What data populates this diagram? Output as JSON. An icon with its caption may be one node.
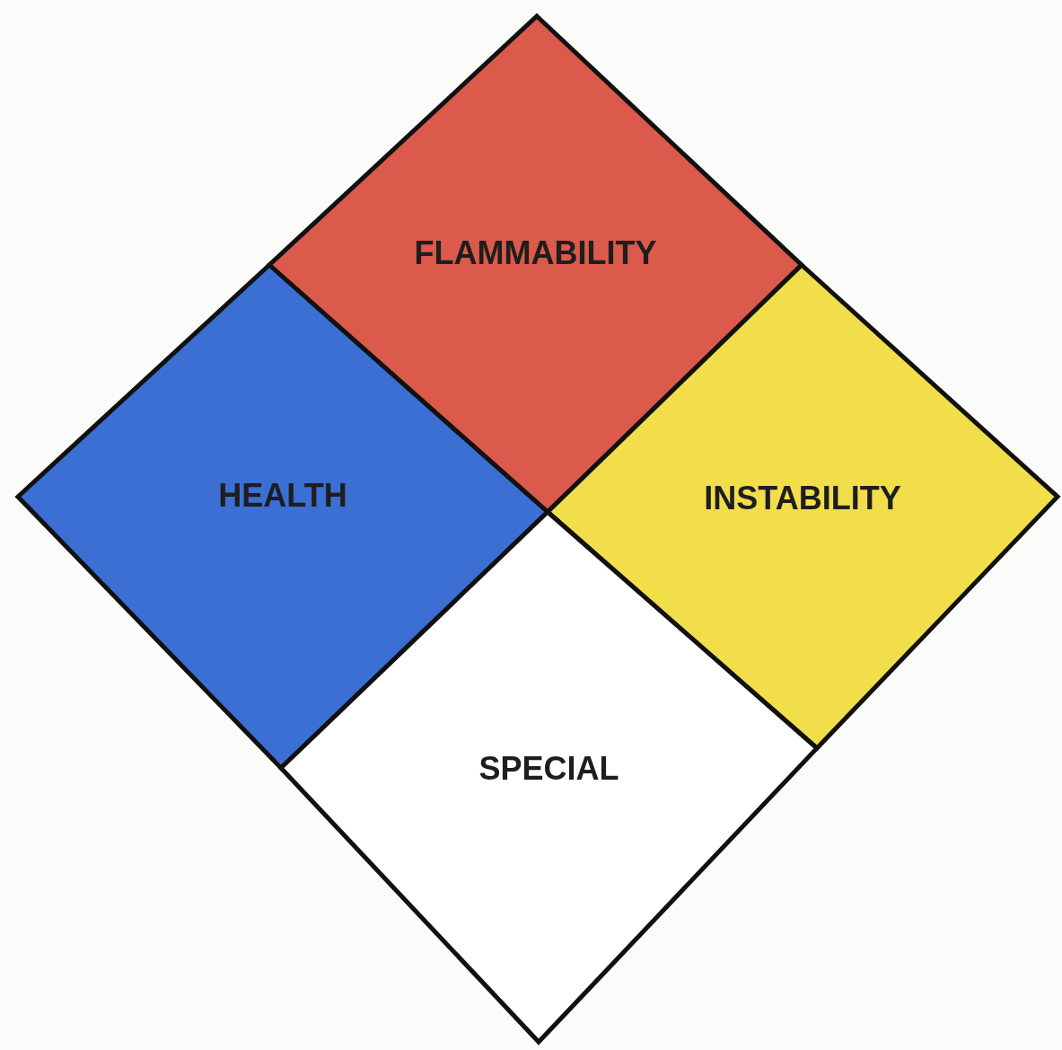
{
  "diagram": {
    "nodes": [
      {
        "text": [
          "FLAMMABILITY"
        ]
      },
      {
        "text": [
          "HEALTH"
        ]
      },
      {
        "text": [
          "INSTABILITY"
        ]
      },
      {
        "text": [
          "SPECIAL"
        ]
      }
    ]
  }
}
